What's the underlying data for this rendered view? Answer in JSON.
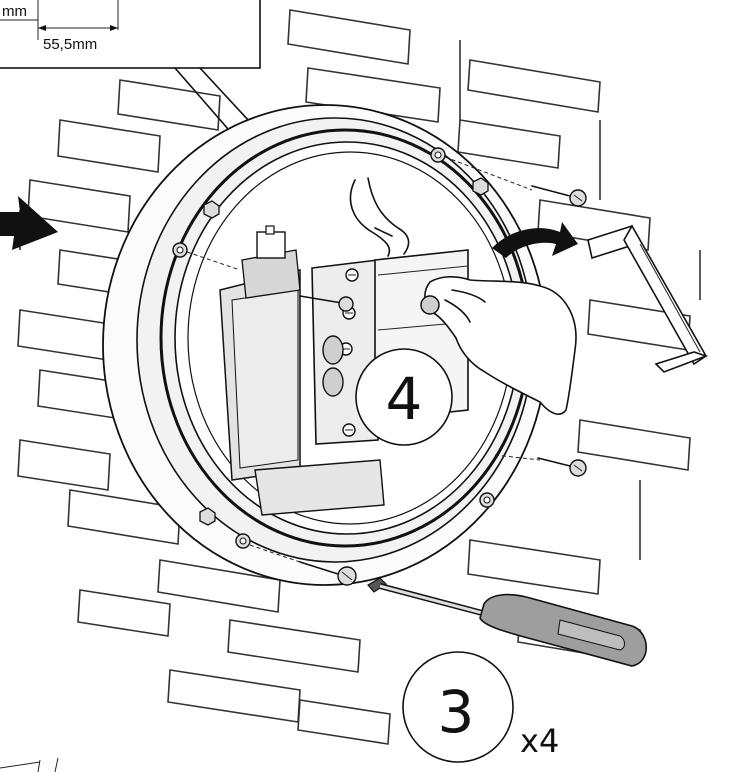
{
  "dimension_label_left": "mm",
  "dimension_label_right": "55,5mm",
  "step_circle_primary": "4",
  "step_circle_secondary": "3",
  "quantity_label": "x4",
  "colors": {
    "line": "#111111",
    "fill_light": "#e6e6e6",
    "fill_mid": "#bdbdbd",
    "screwdriver_handle": "#9e9e9e",
    "background": "#ffffff"
  }
}
